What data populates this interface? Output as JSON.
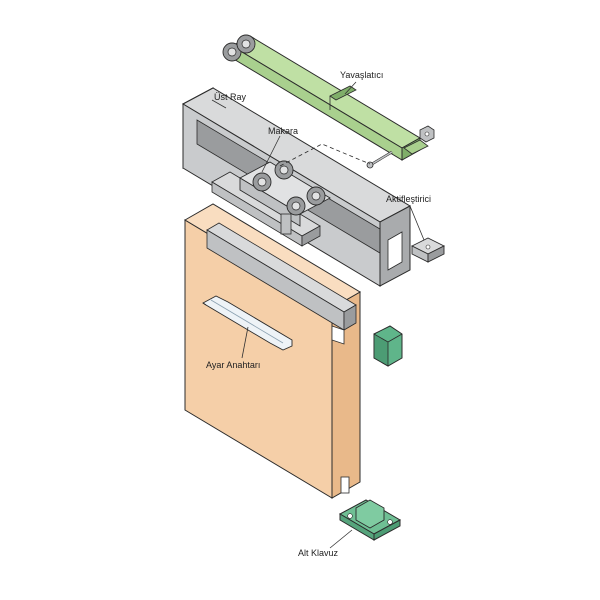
{
  "labels": {
    "yavaslatici": "Yavaşlatıcı",
    "ust_ray": "Üst Ray",
    "makara": "Makara",
    "aktiflestirici": "Aktifleştirici",
    "ayar_anahtari": "Ayar Anahtarı",
    "alt_klavuz": "Alt Klavuz"
  },
  "colors": {
    "door_front": "#f5cfa8",
    "door_side": "#e9b98a",
    "door_top": "#f9ddc0",
    "rail_light": "#d9dadb",
    "rail_mid": "#bfc1c3",
    "rail_dark": "#9a9c9e",
    "damper_green": "#a9d08e",
    "damper_dark": "#7fae69",
    "part_green": "#5fb58a",
    "guide_green": "#6fbf94",
    "outline": "#2b2b2b"
  }
}
